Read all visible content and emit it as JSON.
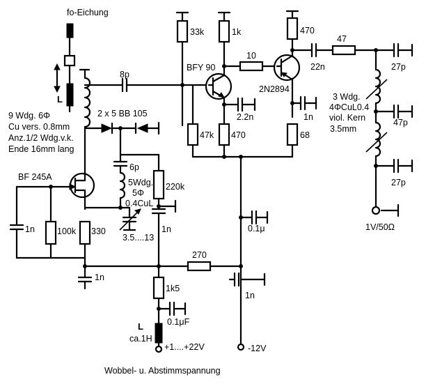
{
  "labels": {
    "fo_eichung": "fo-Eichung",
    "L_top": "L",
    "coil_1": "9 Wdg. 6Φ",
    "coil_2": "Cu vers. 0.8mm",
    "coil_3": "Anz.1/2 Wdg.v.k.",
    "coil_4": "Ende 16mm lang",
    "c_8p": "8p",
    "bfy90": "BFY 90",
    "r_33k": "33k",
    "r_1k": "1k",
    "r_10": "10",
    "r_470_top": "470",
    "r_47_top": "47",
    "c_22n": "22n",
    "c_27p_top": "27p",
    "q_2n2894": "2N2894",
    "varicap": "2 x 5 BB 105",
    "c_2_2n": "2.2n",
    "c_1n_e2": "1n",
    "r_47k": "47k",
    "r_470_mid": "470",
    "r_68": "68",
    "c_6p": "6p",
    "coil2_1": "5Wdg.",
    "coil2_2": "5Φ",
    "coil2_3": "0.4CuL",
    "r_220k": "220k",
    "bf245a": "BF 245A",
    "c_1n_left": "1n",
    "r_100k": "100k",
    "r_330": "330",
    "trim": "3.5....13",
    "c_1n_mid": "1n",
    "c_0_1u": "0.1μ",
    "coil3_1": "3 Wdg.",
    "coil3_2": "4ΦCuL0.4",
    "coil3_3": "viol. Kern",
    "coil3_4": "3.5mm",
    "c_47p": "47p",
    "c_27p_bot": "27p",
    "out": "1V/50Ω",
    "r_270": "270",
    "c_1n_bot": "1n",
    "c_1n_right": "1n",
    "r_1k5": "1k5",
    "c_0_1uF": "0.1μF",
    "L_bot": "L",
    "ca1H": "ca.1H",
    "plus22": "+1....+22V",
    "minus12": "-12V",
    "caption": "Wobbel- u. Abstimmspannung"
  }
}
